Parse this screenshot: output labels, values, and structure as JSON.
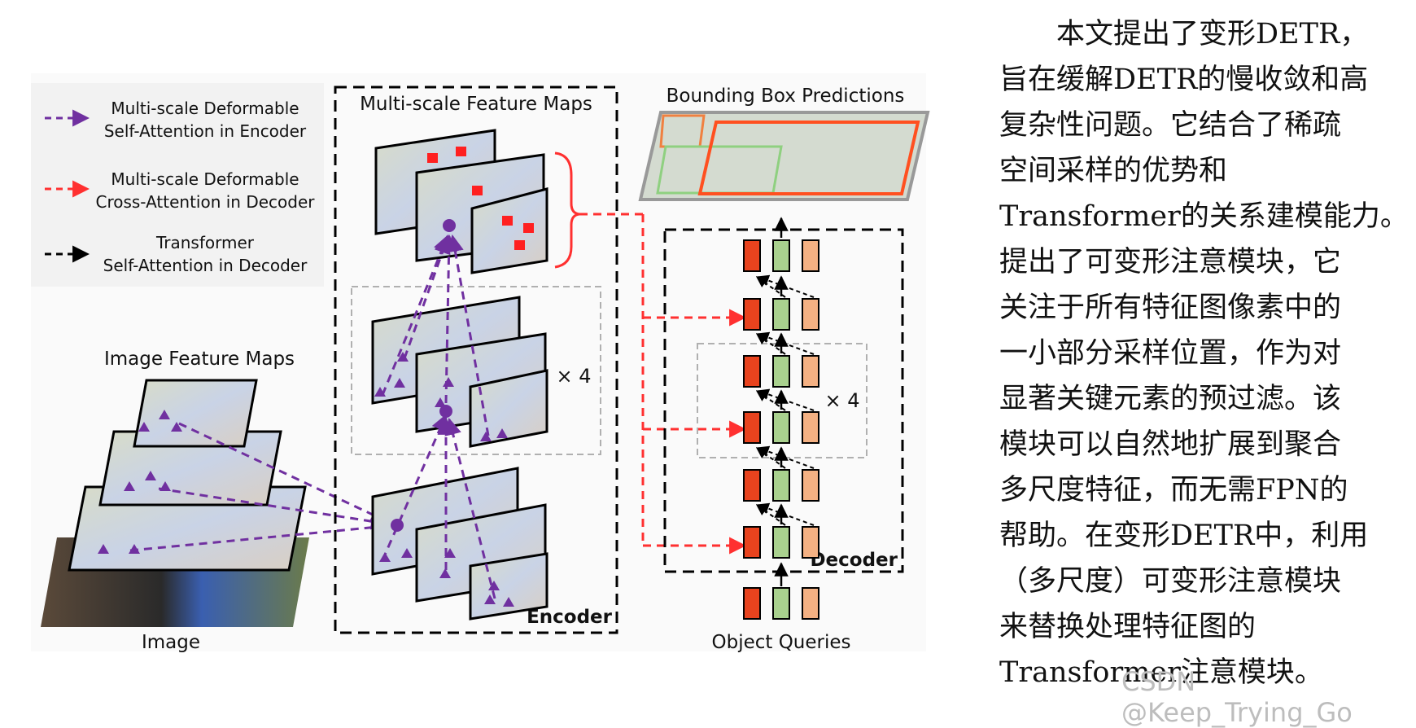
{
  "legend": {
    "item1": {
      "line1": "Multi-scale Deformable",
      "line2": "Self-Attention in Encoder",
      "color": "#7030a0"
    },
    "item2": {
      "line1": "Multi-scale Deformable",
      "line2": "Cross-Attention in Decoder",
      "color": "#ff3030"
    },
    "item3": {
      "line1": "Transformer",
      "line2": "Self-Attention in Decoder",
      "color": "#000000"
    }
  },
  "labels": {
    "image_feature_maps": "Image Feature Maps",
    "image": "Image",
    "multiscale_feature_maps": "Multi-scale Feature Maps",
    "encoder": "Encoder",
    "bbox_predictions": "Bounding Box Predictions",
    "decoder": "Decoder",
    "object_queries": "Object Queries",
    "repeat_encoder": "× 4",
    "repeat_decoder": "× 4"
  },
  "side_text": [
    "　　本文提出了变形DETR，",
    "旨在缓解DETR的慢收敛和高",
    "复杂性问题。它结合了稀疏",
    "空间采样的优势和",
    "Transformer的关系建模能力。",
    "提出了可变形注意模块，它",
    "关注于所有特征图像素中的",
    "一小部分采样位置，作为对",
    "显著关键元素的预过滤。该",
    "模块可以自然地扩展到聚合",
    "多尺度特征，而无需FPN的",
    "帮助。在变形DETR中，利用",
    "（多尺度）可变形注意模块",
    "来替换处理特征图的",
    "Transformer注意模块。"
  ],
  "watermark": "CSDN @Keep_Trying_Go",
  "colors": {
    "purple": "#7030a0",
    "red": "#ff3030",
    "query_red": "#e8431e",
    "query_green": "#a9d18e",
    "query_peach": "#f4b183"
  }
}
